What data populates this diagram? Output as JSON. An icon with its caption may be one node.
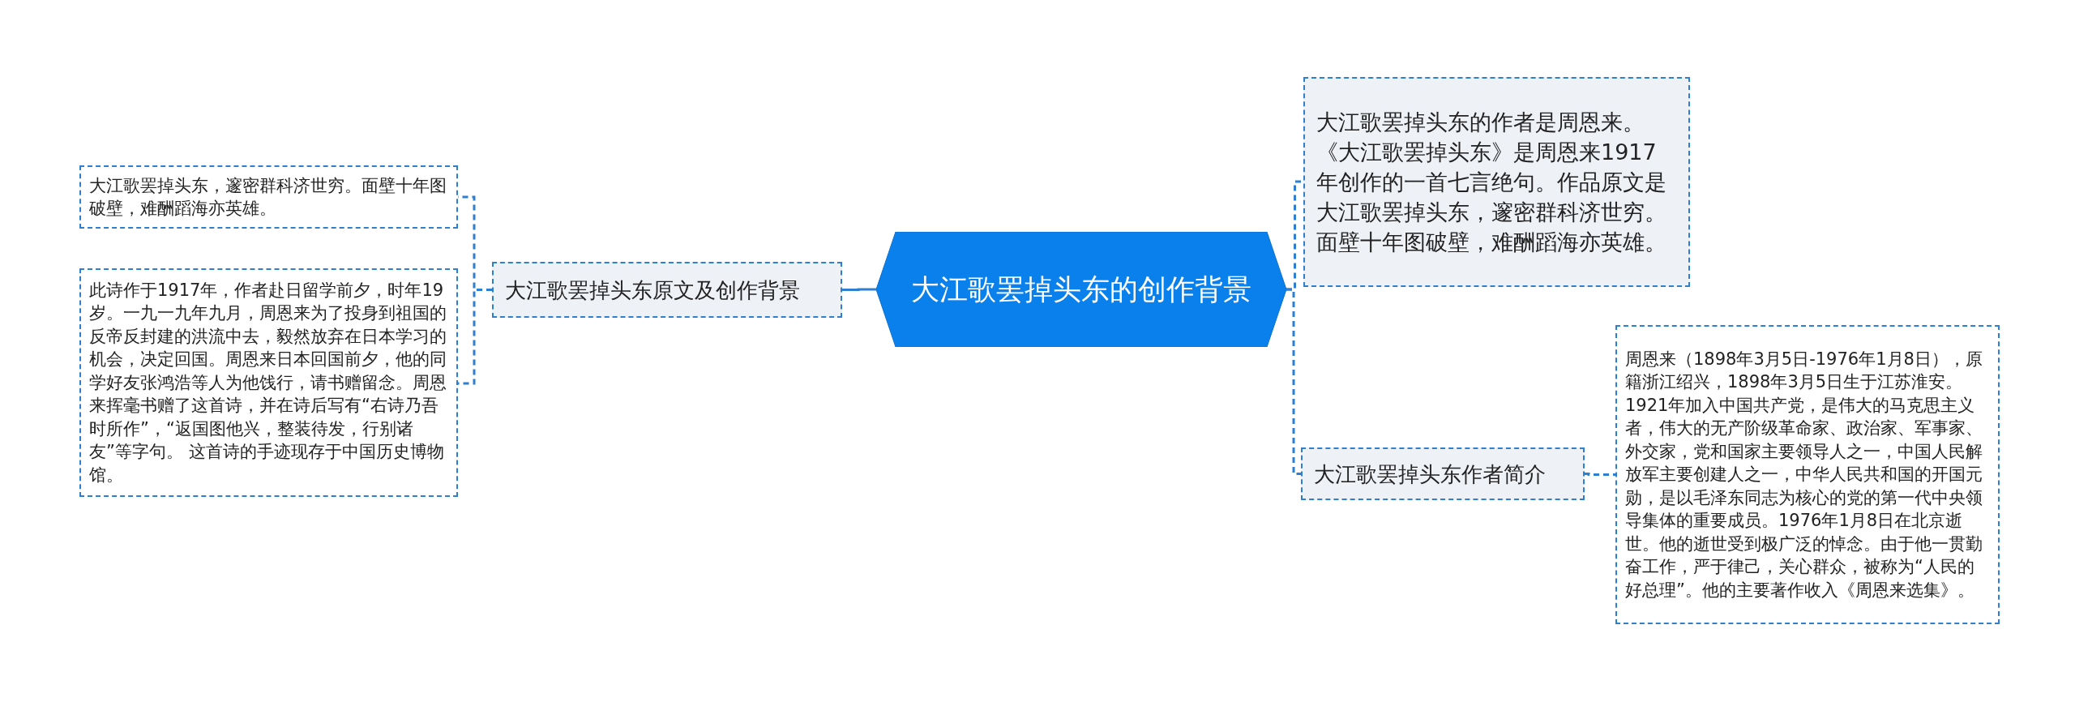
{
  "diagram": {
    "nodes": [
      {
        "text": [
          "大江歌罢掉头东的创作背景"
        ]
      },
      {
        "text": [
          "大江歌罢掉头东原文及创作背景"
        ]
      },
      {
        "text": [
          "大江歌罢掉头东，邃密群科济世穷。面壁十年图破壁，难酬蹈海亦英雄。"
        ]
      },
      {
        "text": [
          "此诗作于1917年，作者赴日留学前夕，时年19岁。一九一九年九月，周恩来为了投身到祖国的反帝反封建的洪流中去，毅然放弃在日本学习的机会，决定回国。周恩来日本回国前夕，他的同学好友张鸿浩等人为他饯行，请书赠留念。周恩来挥毫书赠了这首诗，并在诗后写有“右诗乃吾时所作”，“返国图他兴，整装待发，行别诸友”等字句。 这首诗的手迹现存于中国历史博物馆。"
        ]
      },
      {
        "text": [
          "大江歌罢掉头东的作者是周恩来。《大江歌罢掉头东》是周恩来1917年创作的一首七言绝句。作品原文是大江歌罢掉头东，邃密群科济世穷。面壁十年图破壁，难酬蹈海亦英雄。"
        ]
      },
      {
        "text": [
          "大江歌罢掉头东作者简介"
        ]
      },
      {
        "text": [
          "周恩来（1898年3月5日-1976年1月8日），原籍浙江绍兴，1898年3月5日生于江苏淮安。1921年加入中国共产党，是伟大的马克思主义者，伟大的无产阶级革命家、政治家、军事家、外交家，党和国家主要领导人之一，中国人民解放军主要创建人之一，中华人民共和国的开国元勋，是以毛泽东同志为核心的党的第一代中央领导集体的重要成员。1976年1月8日在北京逝世。他的逝世受到极广泛的悼念。由于他一贯勤奋工作，严于律己，关心群众，被称为“人民的好总理”。他的主要著作收入《周恩来选集》。"
        ]
      }
    ],
    "edges": [
      {
        "from": 0,
        "to": 1,
        "arrow": "none"
      },
      {
        "from": 1,
        "to": 2,
        "arrow": "none",
        "style": "dashed"
      },
      {
        "from": 1,
        "to": 3,
        "arrow": "none",
        "style": "dashed"
      },
      {
        "from": 0,
        "to": 4,
        "arrow": "none",
        "style": "dashed"
      },
      {
        "from": 0,
        "to": 5,
        "arrow": "none",
        "style": "dashed"
      },
      {
        "from": 5,
        "to": 6,
        "arrow": "none",
        "style": "dashed"
      }
    ]
  }
}
